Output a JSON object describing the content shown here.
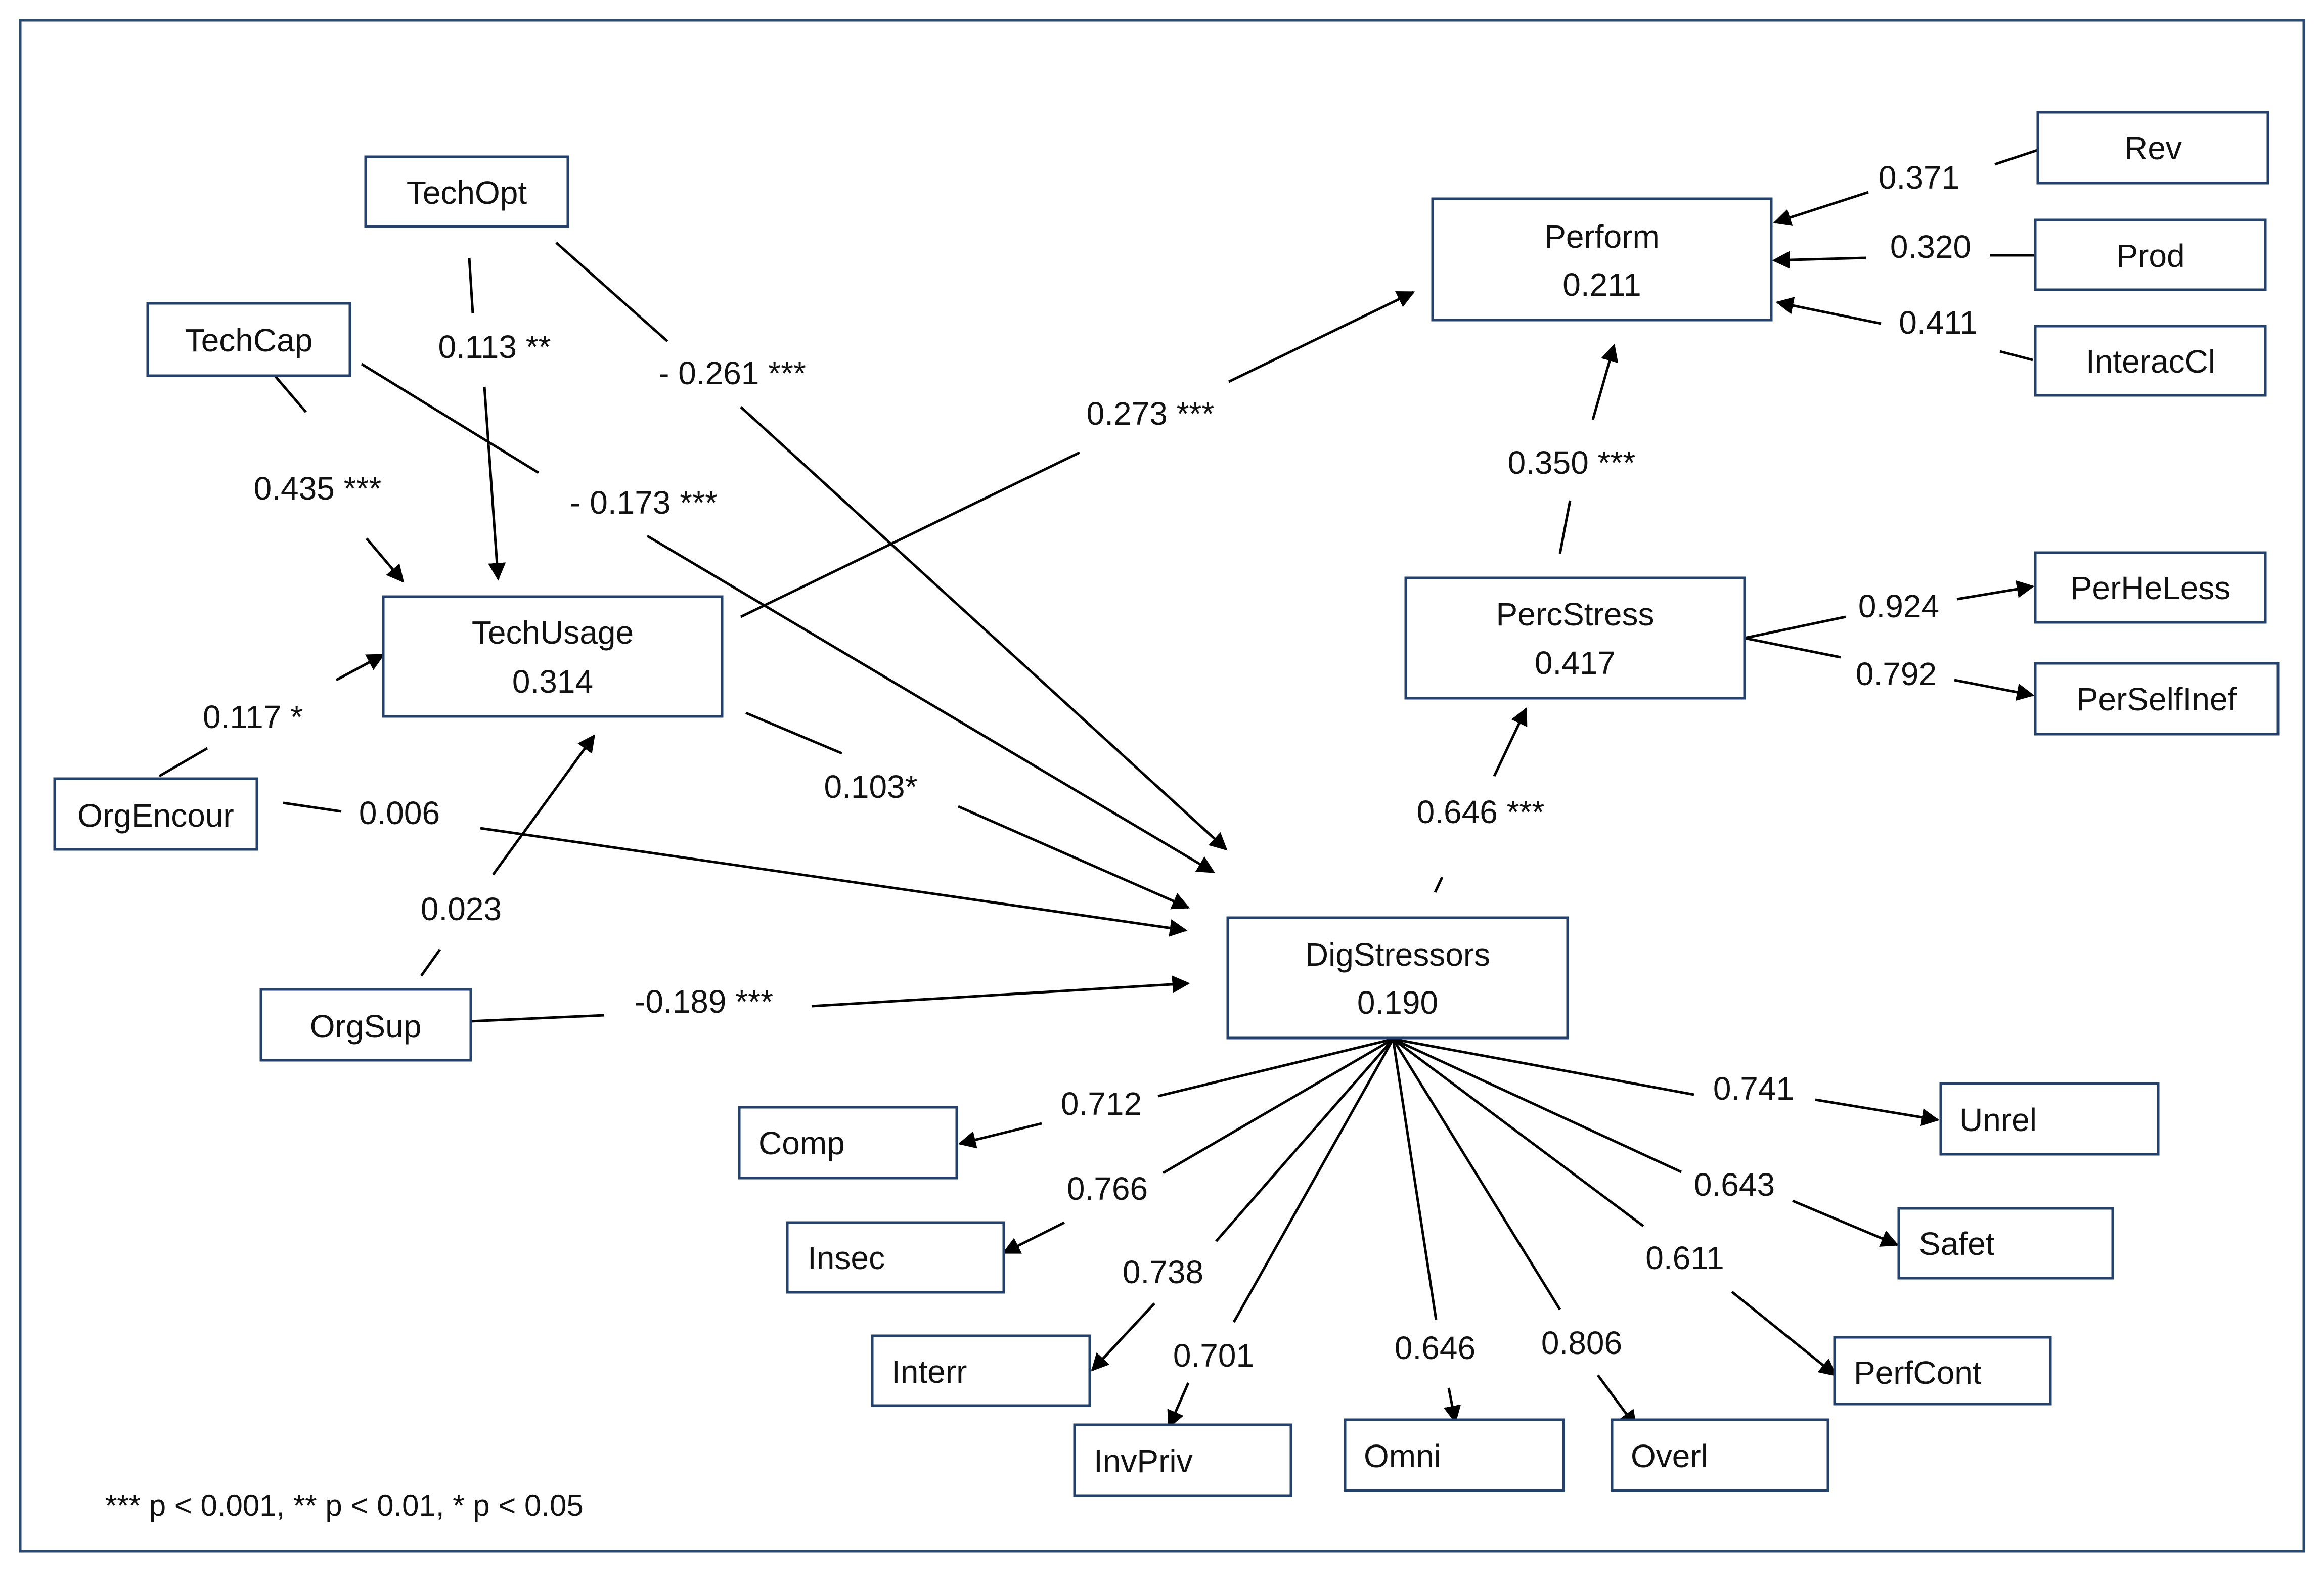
{
  "nodes": {
    "TechOpt": {
      "label": "TechOpt"
    },
    "TechCap": {
      "label": "TechCap"
    },
    "TechUsage": {
      "label": "TechUsage",
      "value": "0.314"
    },
    "OrgEncour": {
      "label": "OrgEncour"
    },
    "OrgSup": {
      "label": "OrgSup"
    },
    "Perform": {
      "label": "Perform",
      "value": "0.211"
    },
    "PercStress": {
      "label": "PercStress",
      "value": "0.417"
    },
    "DigStressors": {
      "label": "DigStressors",
      "value": "0.190"
    },
    "Rev": {
      "label": "Rev"
    },
    "Prod": {
      "label": "Prod"
    },
    "InteracCl": {
      "label": "InteracCl"
    },
    "PerHeLess": {
      "label": "PerHeLess"
    },
    "PerSelfInef": {
      "label": "PerSelfInef"
    },
    "Comp": {
      "label": "Comp"
    },
    "Insec": {
      "label": "Insec"
    },
    "Interr": {
      "label": "Interr"
    },
    "InvPriv": {
      "label": "InvPriv"
    },
    "Omni": {
      "label": "Omni"
    },
    "Overl": {
      "label": "Overl"
    },
    "Unrel": {
      "label": "Unrel"
    },
    "Safet": {
      "label": "Safet"
    },
    "PerfCont": {
      "label": "PerfCont"
    }
  },
  "edges": {
    "techcap_techusage": "0.435 ***",
    "techopt_techusage": "0.113 **",
    "techopt_digstressors": "- 0.261 ***",
    "techcap_digstressors": "- 0.173 ***",
    "orgencour_techusage": "0.117 *",
    "orgencour_digstressors": "0.006",
    "orgsup_techusage": "0.023",
    "orgsup_digstressors": "-0.189 ***",
    "techusage_perform": "0.273 ***",
    "techusage_digstressors": "0.103*",
    "digstressors_percstress": "0.646 ***",
    "percstress_perform": "0.350 ***",
    "rev_perform": "0.371",
    "prod_perform": "0.320",
    "interaccl_perform": "0.411",
    "percstress_perheless": "0.924",
    "percstress_perselfinef": "0.792",
    "dig_comp": "0.712",
    "dig_insec": "0.766",
    "dig_interr": "0.738",
    "dig_invpriv": "0.701",
    "dig_omni": "0.646",
    "dig_overl": "0.806",
    "dig_unrel": "0.741",
    "dig_safet": "0.643",
    "dig_perfcont": "0.611"
  },
  "note": "*** p < 0.001, ** p < 0.01, * p < 0.05",
  "colors": {
    "box_border": "#24416b",
    "frame_border": "#2b4a6f",
    "line": "#000000"
  }
}
